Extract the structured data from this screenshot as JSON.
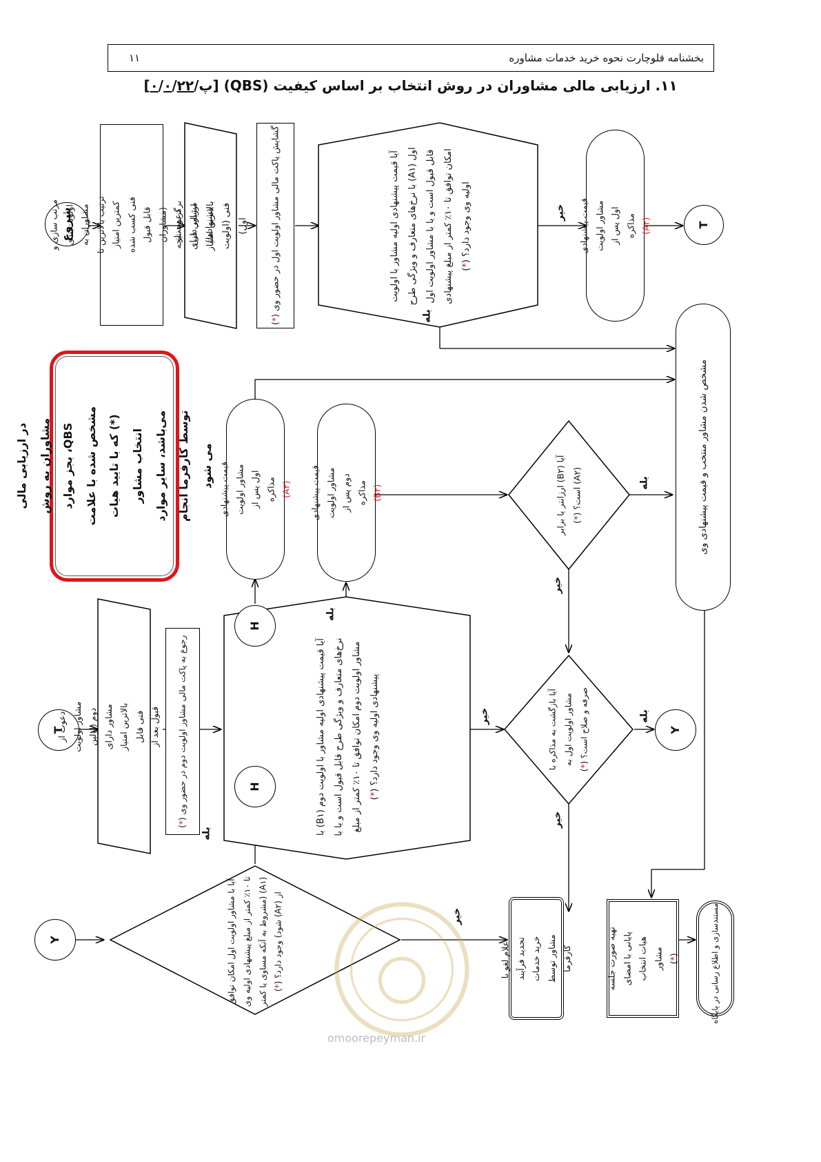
{
  "header": {
    "title": "بخشنامه فلوچارت نحوه خرید خدمات مشاوره",
    "page_number": "۱۱"
  },
  "main_title": {
    "prefix": "۱۱. ارزیابی مالی مشاوران در روش انتخاب بر اساس کیفیت (QBS)",
    "code_a": "[",
    "code_b": "۰",
    "code_c": "/",
    "code_d": "۰",
    "code_e": "/پ/",
    "code_f": "۲۲",
    "code_g": "]"
  },
  "nodes": {
    "start": "شروع",
    "rank": "مرتب سازی و اولویت‌بندی مشاوران به ترتیب بالاترین تا کمترین امتیاز فنی کسب شده قابل قبول (مشاوران برگزیده نتیجه ارزیابی فنی پیشنهادها)",
    "invite_first": "دعوت از مشاور دارای بالاترین امتیاز فنی (اولویت اول)",
    "open_first": "گشایش پاکت مالی مشاور اولویت اول در حضور وی",
    "decision_first": "آیا قیمت پیشنهادی اولیه مشاور با اولویت اول (A۱) با نرخ‌های متعارف و ویژگی طرح قابل قبول است و یا با مشاور اولویت اول امکان توافق تا ۱۰٪ کمتر از مبلغ پیشنهادی اولیه وی وجود دارد؟",
    "a2_oval_top": "قیمت پیشنهادی مشاور اولویت اول پس از مذاکره",
    "a2_label": "(A۲)",
    "t_connector": "T",
    "selected": "مشخص شدن مشاور منتخب و قیمت پیشنهادی وی",
    "note": "در ارزیابی مالی مشاوران به روش QBS، بجز موارد مشخص شده با علامت (*) که با تایید هیات انتخاب مشاور می‌باشد، سایر موارد توسط کارفرما انجام می شود",
    "a3_oval": "قیمت پیشنهادی مشاور اولویت اول پس از مذاکره",
    "a3_label": "(A۳)",
    "b2_oval": "قیمت پیشنهادی مشاور اولویت دوم پس از مذاکره",
    "b2_label": "(B۲)",
    "decision_b2_a2": "آیا (B۲) ارزانتر یا برابر (A۲) است؟",
    "h_connector": "H",
    "t_connector_2": "T",
    "invite_second": "دعوت از مشاور اولویت دوم (اولین مشاور دارای بالاترین امتیاز فنی قابل قبول بعد از مشاور اولویت اول)",
    "open_second": "رجوع به پاکت مالی مشاور اولویت دوم در حضور وی",
    "decision_second": "آیا قیمت پیشنهادی اولیه مشاور با اولویت دوم (B۱) با نرخ‌های متعارف و ویژگی طرح قابل قبول است و یا با مشاور اولویت دوم امکان توافق تا ۱۰٪ کمتر از مبلغ پیشنهادی اولیه وی وجود دارد؟",
    "decision_return": "آیا بازگشت به مذاکره با مشاور اولویت اول به صرفه و صلاح است؟",
    "y_connector": "Y",
    "h_connector_2": "H",
    "y_connector_2": "Y",
    "decision_y": "آیا با مشاور اولویت اول امکان توافق تا ۱۰٪ کمتر از مبلغ پیشنهادی اولیه وی (A۱) (مشروط به آنکه مساوی یا کمتر از (A۲) شود) وجود دارد؟",
    "cancel": "اعلام لغو یا تجدید فرآیند خرید خدمات مشاور توسط کارفرما",
    "minutes": "تهیه صورت جلسه پایانی با امضای هیات انتخاب مشاور",
    "archive": "مستندسازی و اطلاع رسانی در پایگاه"
  },
  "labels": {
    "yes": "بله",
    "no": "خیر",
    "star": "*"
  },
  "watermark": "omoorepeyman.ir"
}
